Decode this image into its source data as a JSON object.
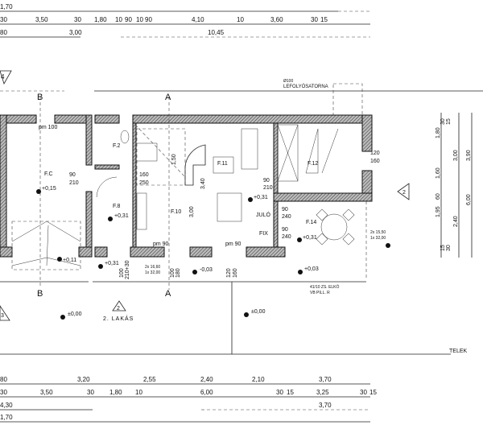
{
  "drawing": {
    "top_dimensions": {
      "row1": [
        "1,70"
      ],
      "row2": [
        "30",
        "3,50",
        "30",
        "1,80",
        "10",
        "90",
        "10",
        "90",
        "4,10",
        "10",
        "3,60",
        "30",
        "15"
      ],
      "row3": [
        "80",
        "3,00",
        "10,45"
      ]
    },
    "bottom_dimensions": {
      "row1": [
        "80",
        "3,20",
        "2,55",
        "2,40",
        "2,10",
        "3,70"
      ],
      "row2": [
        "30",
        "3,50",
        "30",
        "1,80",
        "10",
        "6,00",
        "30",
        "15",
        "3,25",
        "30",
        "15"
      ],
      "row3": [
        "4,30",
        "3,70"
      ],
      "row4": [
        "1,70"
      ]
    },
    "right_dimensions": [
      "30",
      "15",
      "1,80",
      "3,00",
      "1,60",
      "60",
      "15",
      "30",
      "3,90",
      "1,95",
      "2,40",
      "6,00"
    ],
    "section_marks": [
      "A",
      "B",
      "A",
      "B"
    ],
    "view_marks": [
      "4",
      "3",
      "2",
      "2"
    ],
    "rooms": [
      "F.C",
      "F.2",
      "F.8",
      "F.10",
      "F.11",
      "F.12",
      "F.14"
    ],
    "levels": [
      "+0,15",
      "+0,31",
      "+0,31",
      "+0,31",
      "+0,31",
      "+0,11",
      "-0,03",
      "+0,03",
      "±0,00",
      "±0,00"
    ],
    "openings": [
      "pm 100",
      "pm 90",
      "pm 90",
      "90",
      "210",
      "160",
      "250",
      "90",
      "210",
      "90",
      "240",
      "90",
      "240",
      "120",
      "160",
      "120",
      "160",
      "100",
      "180",
      "100",
      "210+30"
    ],
    "annotations": {
      "gutter": "LEFOLYÓSATORNA",
      "gutter_prefix": "Ø100",
      "balcony": "JULÓ",
      "fix": "FIX",
      "apartment": "2. LAKÁS",
      "roof_note_1": "41/10 ZS. ELKÖ",
      "roof_note_2": "VB PILL. R",
      "stair_1": "2x 15,50",
      "stair_2": "1x 32,00",
      "stair_3": "2x 16,60",
      "stair_4": "1x 32,00",
      "stair_dims": [
        "1,50",
        "3,40",
        "3,00",
        "3,90"
      ],
      "neighbor": "TELEK"
    }
  }
}
